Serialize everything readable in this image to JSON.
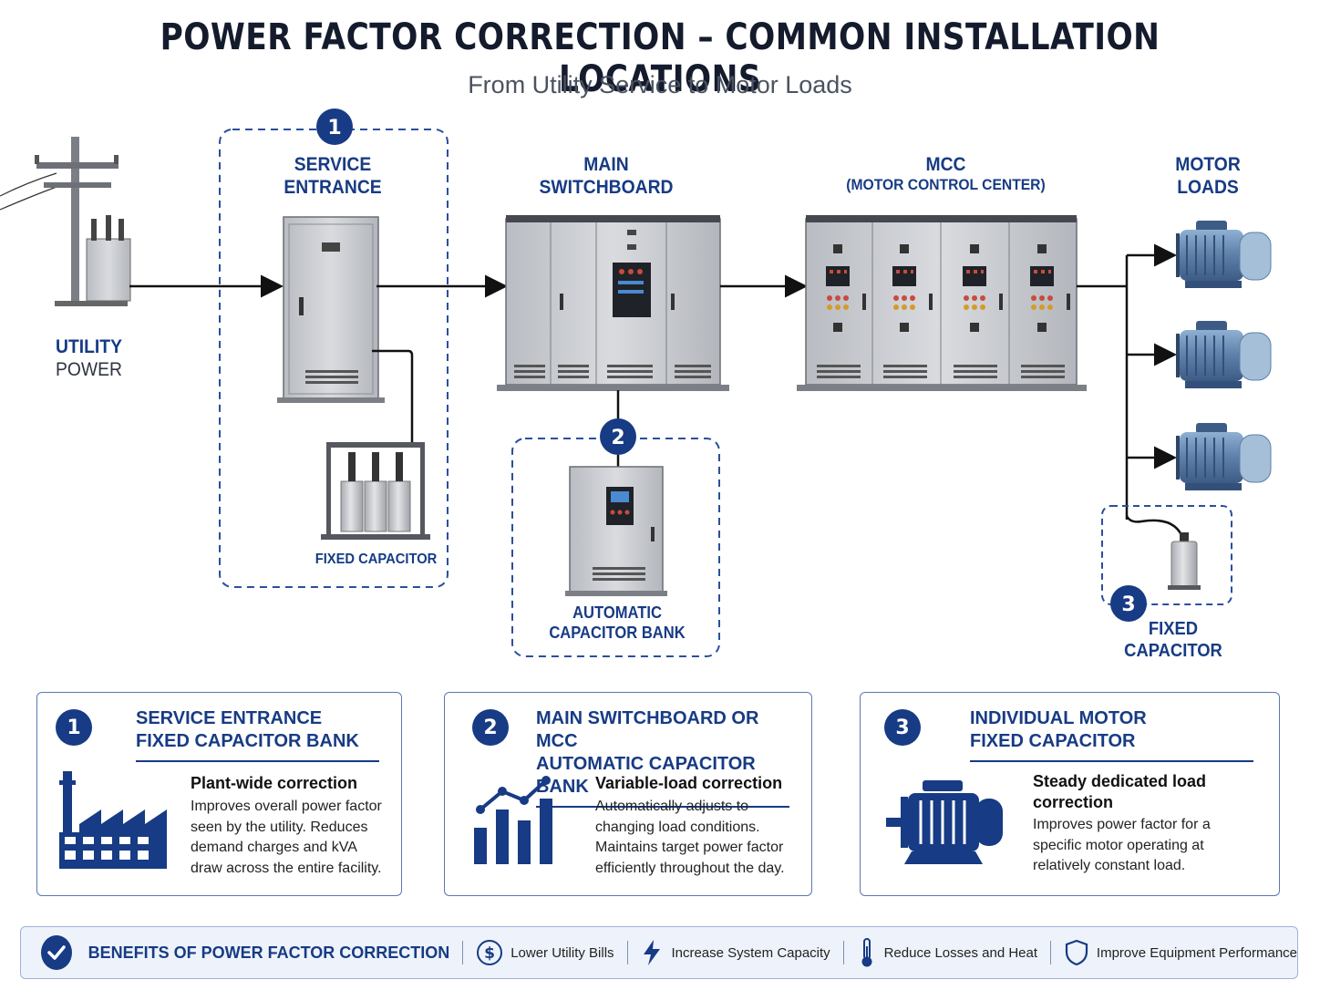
{
  "title": "POWER FACTOR CORRECTION – COMMON INSTALLATION LOCATIONS",
  "subtitle": "From Utility Service to Motor Loads",
  "colors": {
    "navy": "#173b84",
    "dashed": "#2a4f9c",
    "cabinet": "#c9cbd0",
    "motor": "#6b8db4"
  },
  "nodes": {
    "utility": {
      "line1": "UTILITY",
      "line2": "POWER"
    },
    "service_entrance": {
      "line1": "SERVICE",
      "line2": "ENTRANCE"
    },
    "main_switchboard": {
      "line1": "MAIN",
      "line2": "SWITCHBOARD"
    },
    "mcc": {
      "line1": "MCC",
      "line2": "(MOTOR CONTROL CENTER)"
    },
    "motor_loads": {
      "line1": "MOTOR",
      "line2": "LOADS"
    }
  },
  "locations": [
    {
      "number": "1",
      "label": "FIXED CAPACITOR"
    },
    {
      "number": "2",
      "label_line1": "AUTOMATIC",
      "label_line2": "CAPACITOR BANK"
    },
    {
      "number": "3",
      "label_line1": "FIXED",
      "label_line2": "CAPACITOR"
    }
  ],
  "cards": [
    {
      "number": "1",
      "title_line1": "SERVICE ENTRANCE",
      "title_line2": "FIXED CAPACITOR BANK",
      "icon": "factory-icon",
      "heading": "Plant-wide correction",
      "body_lines": [
        "Improves overall power factor",
        "seen by the utility. Reduces",
        "demand charges and kVA",
        "draw across the entire facility."
      ]
    },
    {
      "number": "2",
      "title_line1": "MAIN SWITCHBOARD OR MCC",
      "title_line2": "AUTOMATIC CAPACITOR BANK",
      "icon": "bar-chart-icon",
      "heading": "Variable-load correction",
      "body_lines": [
        "Automatically adjusts to",
        "changing load conditions.",
        "Maintains target power factor",
        "efficiently throughout the day."
      ]
    },
    {
      "number": "3",
      "title_line1": "INDIVIDUAL MOTOR",
      "title_line2": "FIXED CAPACITOR",
      "icon": "motor-icon",
      "heading_line1": "Steady dedicated load",
      "heading_line2": "correction",
      "body_lines": [
        "Improves power factor for a",
        "specific motor operating at",
        "relatively constant load."
      ]
    }
  ],
  "benefits": {
    "title": "BENEFITS OF POWER FACTOR CORRECTION",
    "items": [
      {
        "icon": "dollar-icon",
        "label": "Lower Utility Bills"
      },
      {
        "icon": "lightning-icon",
        "label": "Increase System Capacity"
      },
      {
        "icon": "thermometer-icon",
        "label": "Reduce Losses and Heat"
      },
      {
        "icon": "shield-icon",
        "label": "Improve Equipment Performance"
      }
    ]
  }
}
